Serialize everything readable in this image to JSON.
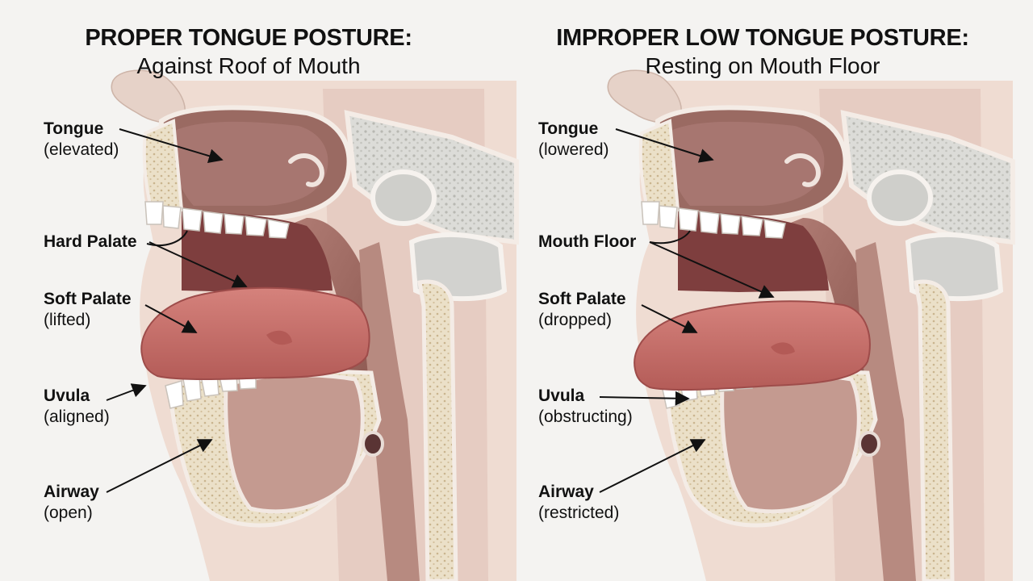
{
  "panels": [
    {
      "title": "PROPER TONGUE POSTURE:",
      "subtitle": "Against Roof of Mouth",
      "labels": [
        {
          "name": "Tongue",
          "note": "(elevated)"
        },
        {
          "name": "Hard Palate",
          "note": ""
        },
        {
          "name": "Soft Palate",
          "note": "(lifted)"
        },
        {
          "name": "Uvula",
          "note": "(aligned)"
        },
        {
          "name": "Airway",
          "note": "(open)"
        }
      ]
    },
    {
      "title": "IMPROPER LOW TONGUE POSTURE:",
      "subtitle": "Resting on Mouth Floor",
      "labels": [
        {
          "name": "Tongue",
          "note": "(lowered)"
        },
        {
          "name": "Mouth Floor",
          "note": ""
        },
        {
          "name": "Soft Palate",
          "note": "(dropped)"
        },
        {
          "name": "Uvula",
          "note": "(obstructing)"
        },
        {
          "name": "Airway",
          "note": "(restricted)"
        }
      ]
    }
  ],
  "colors": {
    "background": "#f4f3f1",
    "skin": "#ead6cc",
    "tongue": "#c9706c",
    "tissue": "#a86a62",
    "bone": "#e9dcc2",
    "teeth": "#ffffff"
  }
}
